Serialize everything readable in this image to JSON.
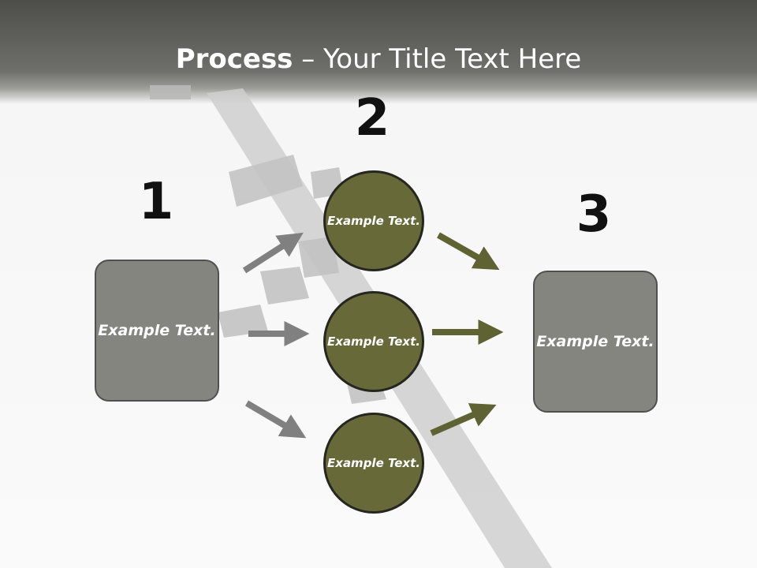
{
  "title": {
    "bold": "Process",
    "rest": " – Your Title Text Here"
  },
  "steps": {
    "one": "1",
    "two": "2",
    "three": "3"
  },
  "left_box": {
    "text": "Example Text."
  },
  "right_box": {
    "text": "Example Text."
  },
  "circles": [
    {
      "text": "Example Text."
    },
    {
      "text": "Example Text."
    },
    {
      "text": "Example Text."
    }
  ],
  "colors": {
    "box_fill": "#858580",
    "circle_fill": "#676938",
    "left_arrow": "#808080",
    "right_arrow": "#5f6232"
  }
}
